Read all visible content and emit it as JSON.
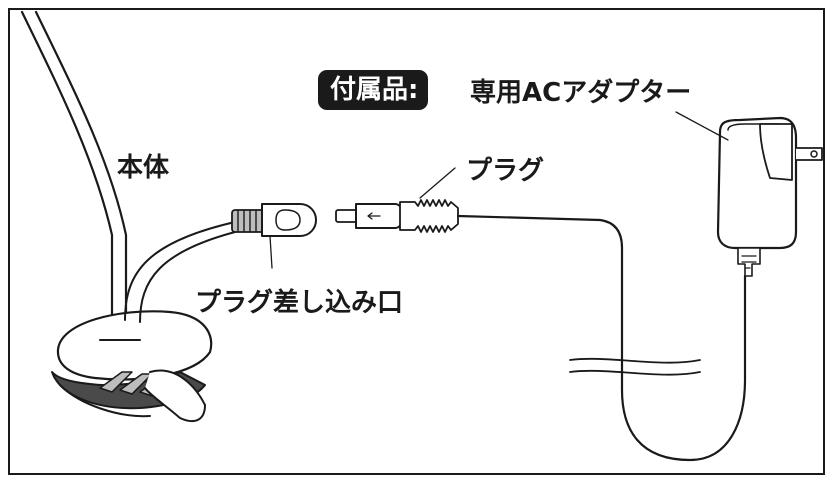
{
  "labels": {
    "accessory_badge": "付属品:",
    "accessory_name": "専用ACアダプター",
    "body": "本体",
    "plug": "プラグ",
    "plug_port": "プラグ差し込み口"
  },
  "colors": {
    "ink": "#1a1a1a",
    "badge_bg": "#1a1a1a",
    "badge_text": "#ffffff",
    "fill_light": "#ffffff",
    "fill_gray": "#bdbdbd",
    "fill_dark": "#4a4a4a"
  }
}
